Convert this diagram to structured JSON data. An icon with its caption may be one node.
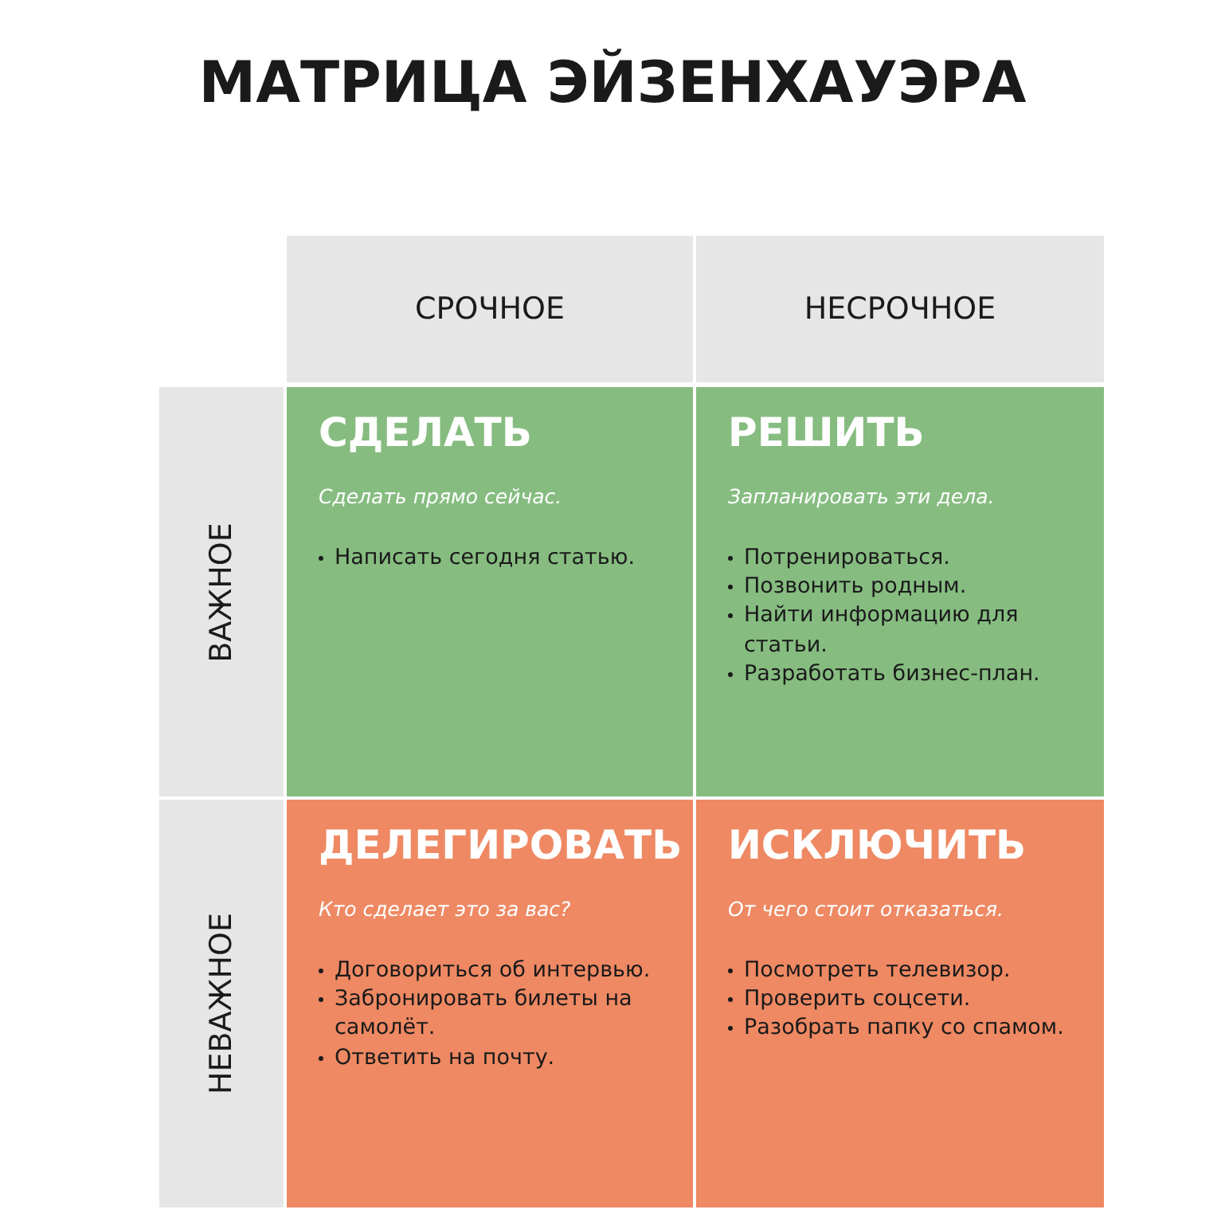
{
  "diagram": {
    "title": "МАТРИЦА ЭЙЗЕНХАУЭРА",
    "nodes": [
      {
        "text": [
          "СРОЧНОЕ"
        ]
      },
      {
        "text": [
          "НЕСРОЧНОЕ"
        ]
      },
      {
        "text": [
          "ВАЖНОЕ"
        ]
      },
      {
        "text": [
          "СДЕЛАТЬ",
          "Сделать прямо сейчас.",
          "Написать сегодня статью."
        ]
      },
      {
        "text": [
          "РЕШИТЬ",
          "Запланировать эти дела.",
          "Потренироваться.",
          "Позвонить родным.",
          "Найти информацию для статьи.",
          "Разработать бизнес-план."
        ]
      },
      {
        "text": [
          "НЕВАЖНОЕ"
        ]
      },
      {
        "text": [
          "ДЕЛЕГИРОВАТЬ",
          "Кто сделает это за вас?",
          "Договориться об интервью.",
          "Забронировать билеты на самолёт.",
          "Ответить на почту."
        ]
      },
      {
        "text": [
          "ИСКЛЮЧИТЬ",
          "От чего стоит отказаться.",
          "Посмотреть телевизор.",
          "Проверить соцсети.",
          "Разобрать папку со спамом."
        ]
      }
    ]
  }
}
